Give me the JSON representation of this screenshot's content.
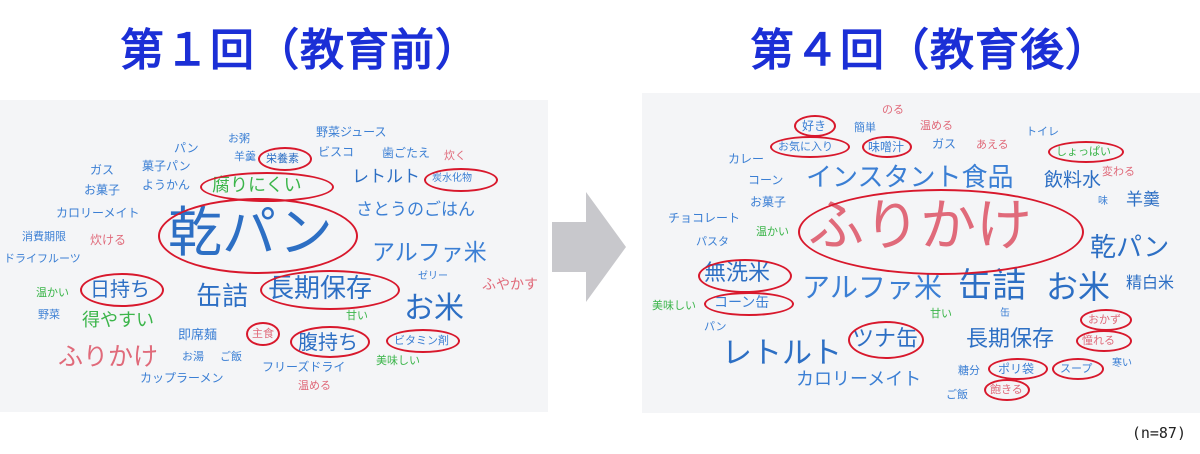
{
  "titles": {
    "left": "第１回（教育前）",
    "right": "第４回（教育後）"
  },
  "n_label": "(n=87)",
  "colors": {
    "title": "#1b2fd6",
    "blue": "#3b7fd4",
    "pink": "#e06a7a",
    "green": "#3bb54a",
    "circle": "#d8182c"
  },
  "left_words": {
    "w1": "乾パン",
    "w2": "長期保存",
    "w3": "お米",
    "w4": "缶詰",
    "w5": "アルファ米",
    "w6": "ふりかけ",
    "w7": "腐りにくい",
    "w8": "日持ち",
    "w9": "腹持ち",
    "w10": "得やすい",
    "w11": "さとうのごはん",
    "w12": "レトルト",
    "w13": "即席麺",
    "w14": "主食",
    "w15": "ビタミン剤",
    "w16": "ふやかす",
    "w17": "栄養素",
    "w18": "炭水化物",
    "w19": "炊く",
    "w20": "歯ごたえ",
    "w21": "ビスコ",
    "w22": "野菜ジュース",
    "w23": "お粥",
    "w24": "羊羹",
    "w25": "パン",
    "w26": "菓子パン",
    "w27": "ようかん",
    "w28": "ガス",
    "w29": "お菓子",
    "w30": "カロリーメイト",
    "w31": "消費期限",
    "w32": "炊ける",
    "w33": "ドライフルーツ",
    "w34": "温かい",
    "w35": "野菜",
    "w36": "ゼリー",
    "w37": "甘い",
    "w38": "お湯",
    "w39": "ご飯",
    "w40": "フリーズドライ",
    "w41": "美味しい",
    "w42": "カップラーメン",
    "w43": "温める"
  },
  "right_words": {
    "w1": "ふりかけ",
    "w2": "缶詰",
    "w3": "お米",
    "w4": "アルファ米",
    "w5": "インスタント食品",
    "w6": "乾パン",
    "w7": "レトルト",
    "w8": "長期保存",
    "w9": "ツナ缶",
    "w10": "無洗米",
    "w11": "コーン缶",
    "w12": "カロリーメイト",
    "w13": "飲料水",
    "w14": "羊羹",
    "w15": "精白米",
    "w16": "好き",
    "w17": "お気に入り",
    "w18": "味噌汁",
    "w19": "しょっぱい",
    "w20": "簡単",
    "w21": "温める",
    "w22": "のる",
    "w23": "ガス",
    "w24": "あえる",
    "w25": "トイレ",
    "w26": "変わる",
    "w27": "味",
    "w28": "カレー",
    "w29": "コーン",
    "w30": "お菓子",
    "w31": "チョコレート",
    "w32": "温かい",
    "w33": "パスタ",
    "w34": "美味しい",
    "w35": "パン",
    "w36": "甘い",
    "w37": "缶",
    "w38": "おかず",
    "w39": "憧れる",
    "w40": "糖分",
    "w41": "ポリ袋",
    "w42": "スープ",
    "w43": "寒い",
    "w44": "ご飯",
    "w45": "飽きる"
  }
}
